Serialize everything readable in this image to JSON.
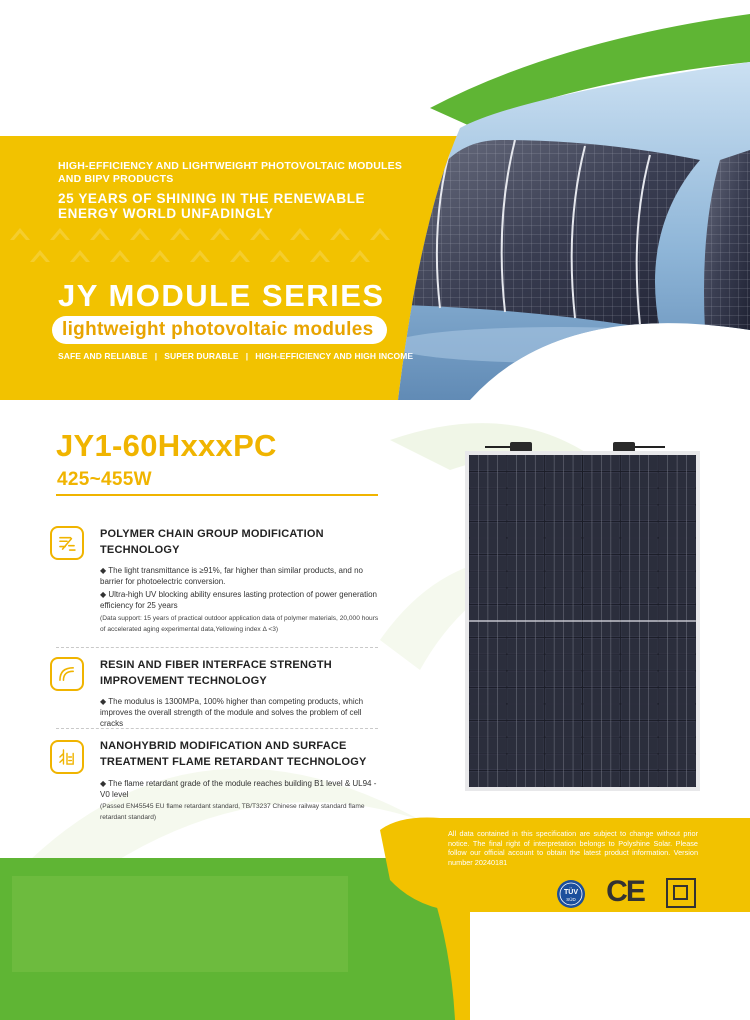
{
  "header": {
    "tagline_small": "HIGH-EFFICIENCY AND LIGHTWEIGHT PHOTOVOLTAIC MODULES AND BIPV PRODUCTS",
    "tagline_big_line1": "25 YEARS OF SHINING IN THE RENEWABLE",
    "tagline_big_line2": "ENERGY WORLD UNFADINGLY",
    "series_title": "JY MODULE SERIES",
    "subtitle": "lightweight photovoltaic modules",
    "features": [
      "SAFE AND RELIABLE",
      "SUPER DURABLE",
      "HIGH-EFFICIENCY AND HIGH INCOME"
    ],
    "separator": "|"
  },
  "product": {
    "model": "JY1-60HxxxPC",
    "power_range": "425~455W"
  },
  "technologies": [
    {
      "icon": "layers-icon",
      "title_line1": "POLYMER CHAIN GROUP MODIFICATION",
      "title_line2": "TECHNOLOGY",
      "bullets": [
        "◆ The light transmittance is ≥91%, far higher than similar products, and no barrier for photoelectric conversion.",
        "◆ Ultra-high UV blocking ability ensures lasting protection of power generation efficiency for 25 years"
      ],
      "note": "(Data support: 15 years of practical outdoor application data of polymer materials, 20,000 hours of accelerated aging experimental data,Yellowing index Δ <3)"
    },
    {
      "icon": "resin-interface-icon",
      "title_line1": "RESIN AND FIBER INTERFACE STRENGTH",
      "title_line2": "IMPROVEMENT TECHNOLOGY",
      "bullets": [
        "◆ The modulus is 1300MPa, 100% higher than competing products, which improves the overall strength of the module and solves the problem of cell cracks"
      ],
      "note": ""
    },
    {
      "icon": "flame-retardant-icon",
      "title_line1": "NANOHYBRID MODIFICATION AND SURFACE",
      "title_line2": "TREATMENT FLAME RETARDANT TECHNOLOGY",
      "bullets": [
        "◆ The flame retardant grade of the module reaches building B1 level & UL94 -V0 level"
      ],
      "note": "(Passed EN45545 EU flame retardant standard, TB/T3237 Chinese railway standard flame retardant standard)"
    }
  ],
  "footer": {
    "disclaimer": "All data contained in this specification are subject to change without prior notice. The final right of interpretation belongs to Polyshine Solar. Please follow our official account to obtain the latest product information. Version number 20240181",
    "certifications": [
      {
        "name": "TUV",
        "label": "TÜV",
        "sub": "SÜD"
      },
      {
        "name": "CE",
        "label": "CE"
      },
      {
        "name": "double-insulation",
        "label": ""
      }
    ]
  },
  "colors": {
    "yellow": "#f2c200",
    "orange_yellow": "#f0b400",
    "green": "#6dbb3e",
    "dark_text": "#222222"
  }
}
